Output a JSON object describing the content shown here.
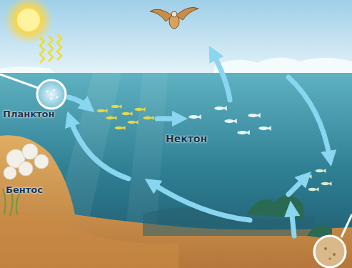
{
  "diagram": {
    "labels": [
      "Планктон",
      "Нектон",
      "Бентос"
    ]
  }
}
